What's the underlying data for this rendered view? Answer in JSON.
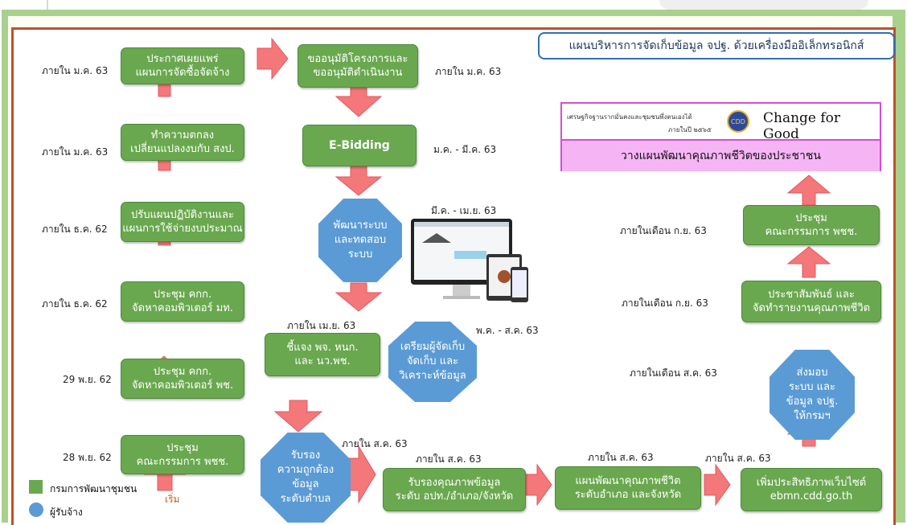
{
  "title": "แผนบริหารการจัดเก็บข้อมูล จปฐ. ด้วยเครื่องมืออิเล็กทรอนิกส์",
  "change_box": {
    "small_line1": "เศรษฐกิจฐานรากมั่นคงและชุมชนพึ่งตนเองได้",
    "small_line2": "ภายในปี ๒๕๖๕",
    "logo": "CDD",
    "headline": "Change for Good",
    "banner": "วางแผนพัฒนาคุณภาพชีวิตของประชาชน"
  },
  "colors": {
    "green": "#6aa84f",
    "blue": "#5b9bd5",
    "arrow": "#f4777a",
    "frame": "#a9d18e",
    "border": "#c0502a"
  },
  "left_column": [
    {
      "text": "ประกาศเผยแพร่\nแผนการจัดซื้อจัดจ้าง",
      "date": "ภายใน ม.ค. 63"
    },
    {
      "text": "ทำความตกลง\nเปลี่ยนแปลงงบกับ สงป.",
      "date": "ภายใน ม.ค. 63"
    },
    {
      "text": "ปรับแผนปฏิบัติงานและ\nแผนการใช้จ่ายงบประมาณ",
      "date": "ภายใน ธ.ค. 62"
    },
    {
      "text": "ประชุม คกก.\nจัดหาคอมพิวเตอร์ มท.",
      "date": "ภายใน ธ.ค. 62"
    },
    {
      "text": "ประชุม คกก.\nจัดหาคอมพิวเตอร์ พช.",
      "date": "29 พ.ย. 62"
    },
    {
      "text": "ประชุม\nคณะกรรมการ พชช.",
      "date": "28 พ.ย. 62"
    }
  ],
  "middle_column": {
    "approve": {
      "text": "ขออนุมัติโครงการและ\nขออนุมัติดำเนินงาน",
      "date": "ภายใน ม.ค. 63"
    },
    "ebidding": {
      "text": "E-Bidding",
      "date": "ม.ค. - มี.ค. 63"
    },
    "develop": {
      "text": "พัฒนาระบบ\nและทดสอบ\nระบบ",
      "date": "มี.ค. - เม.ย. 63"
    },
    "explain": {
      "text": "ชี้แจง พจ. หนก.\nและ นว.พช.",
      "date": "ภายใน เม.ย. 63"
    },
    "prepare": {
      "text": "เตรียมผู้จัดเก็บ\nจัดเก็บ และ\nวิเคราะห์ข้อมูล",
      "date": "พ.ค. - ส.ค. 63"
    },
    "certify": {
      "text": "รับรอง\nความถูกต้อง\nข้อมูล\nระดับตำบล",
      "date": "ภายใน ส.ค. 63"
    }
  },
  "bottom_row": [
    {
      "text": "รับรองคุณภาพข้อมูล\nระดับ อปท./อำเภอ/จังหวัด",
      "date": "ภายใน ส.ค. 63"
    },
    {
      "text": "แผนพัฒนาคุณภาพชีวิต\nระดับอำเภอ และจังหวัด",
      "date": "ภายใน ส.ค. 63"
    },
    {
      "text": "เพิ่มประสิทธิภาพเว็บไซต์\nebmn.cdd.go.th",
      "date": "ภายใน ส.ค. 63"
    }
  ],
  "right_column": [
    {
      "text": "ประชุม\nคณะกรรมการ พชช.",
      "date": "ภายในเดือน ก.ย. 63"
    },
    {
      "text": "ประชาสัมพันธ์ และ\nจัดทำรายงานคุณภาพชีวิต",
      "date": "ภายในเดือน ก.ย. 63"
    },
    {
      "text": "ส่งมอบ\nระบบ และ\nข้อมูล จปฐ.\nให้กรมฯ",
      "date": "ภายในเดือน ส.ค. 63"
    }
  ],
  "legend": {
    "green": "กรมการพัฒนาชุมชน",
    "blue": "ผู้รับจ้าง",
    "start": "เริ่ม"
  }
}
